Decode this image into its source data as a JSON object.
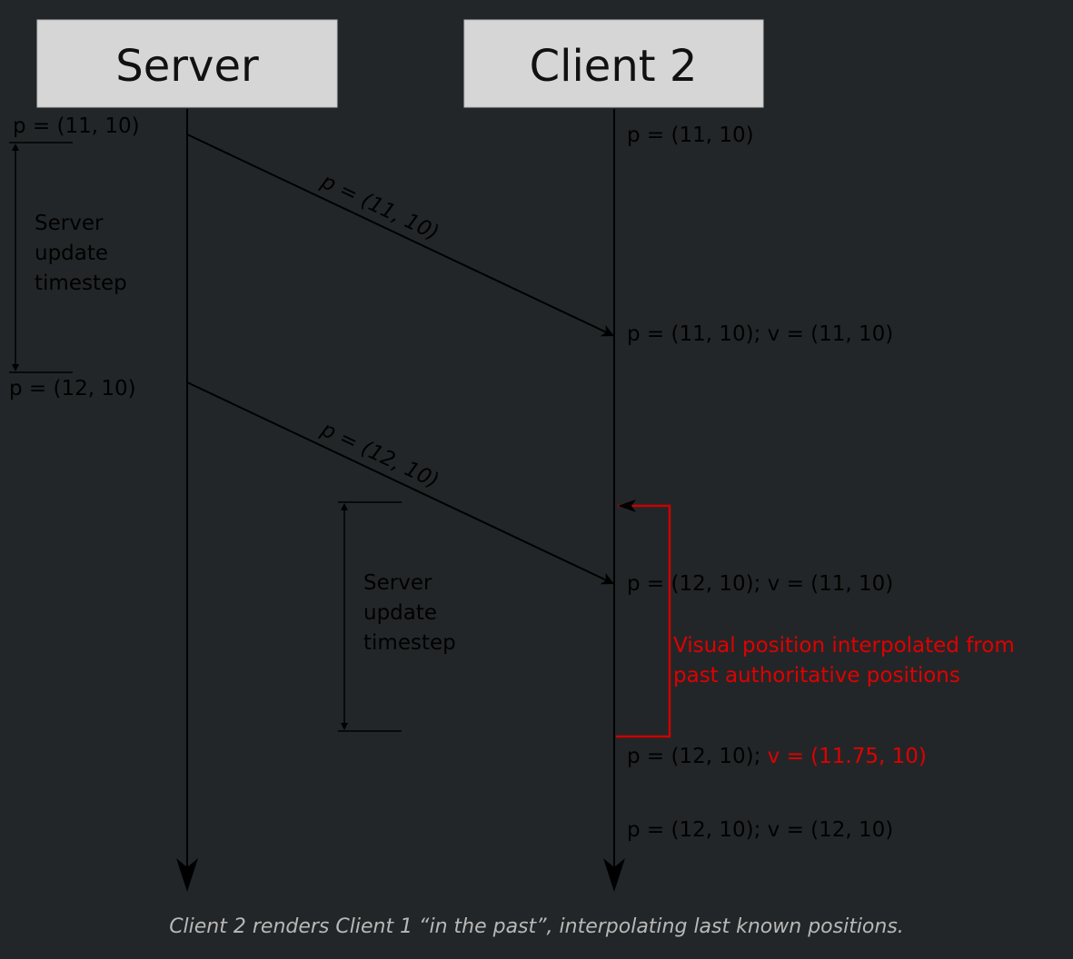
{
  "lanes": {
    "server": "Server",
    "client": "Client 2"
  },
  "server_labels": {
    "p1": "p = (11, 10)",
    "p2": "p = (12, 10)"
  },
  "timestep_label": [
    "Server",
    "update",
    "timestep"
  ],
  "messages": {
    "m1": "p = (11, 10)",
    "m2": "p = (12, 10)"
  },
  "client_labels": {
    "c1": "p = (11, 10)",
    "c2": "p = (11, 10); v = (11, 10)",
    "c3": "p = (12, 10); v = (11, 10)",
    "c4_prefix": "p = (12, 10);",
    "c4_red": "v = (11.75, 10)",
    "c5": "p = (12, 10); v = (12, 10)"
  },
  "annotation": [
    "Visual position interpolated from",
    "past authoritative positions"
  ],
  "caption": "Client 2 renders Client 1 “in the past”, interpolating last known positions.",
  "colors": {
    "background": "#232628",
    "accent_red": "#e00000",
    "header_fill": "#d6d6d6"
  }
}
